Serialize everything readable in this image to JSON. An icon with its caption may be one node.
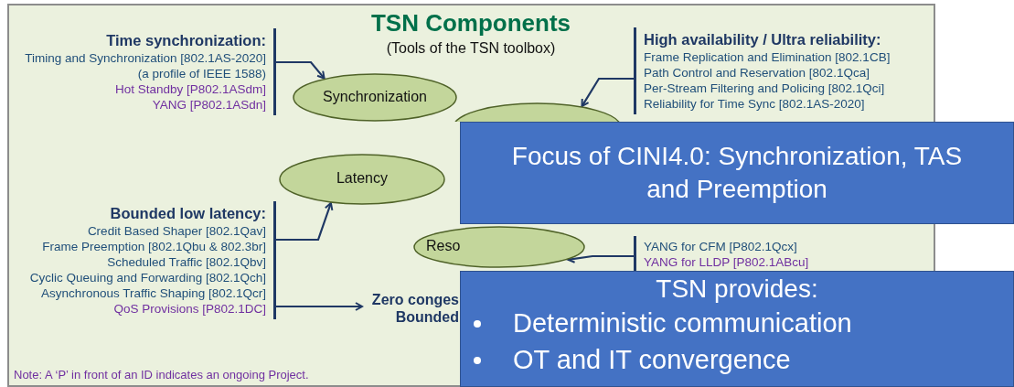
{
  "diagram": {
    "title": "TSN Components",
    "nodes": [
      {
        "text": [
          "Time synchronization:",
          "Timing and Synchronization [802.1AS-2020]",
          "(a profile of IEEE 1588)",
          "Hot Standby [P802.1ASdm]",
          "YANG [P802.1ASdn]"
        ]
      },
      {
        "text": [
          "Synchronization"
        ]
      },
      {
        "text": [
          "High availability / Ultra reliability:",
          "Frame Replication and Elimination [802.1CB]",
          "Path Control and Reservation [802.1Qca]",
          "Per-Stream Filtering and Policing [802.1Qci]",
          "Reliability for Time Sync [802.1AS-2020]"
        ]
      },
      {
        "text": [],
        "shape": "ellipse"
      },
      {
        "text": [
          "Latency"
        ]
      },
      {
        "text": [
          "Bounded low latency:",
          "Credit Based Shaper [802.1Qav]",
          "Frame Preemption [802.1Qbu & 802.3br]",
          "Scheduled Traffic [802.1Qbv]",
          "Cyclic Queuing and Forwarding [802.1Qch]",
          "Asynchronous Traffic Shaping [802.1Qcr]",
          "QoS Provisions [P802.1DC]"
        ]
      },
      {
        "text": [
          "Reso"
        ]
      },
      {
        "text": [
          "Zero conges",
          "Bounded"
        ]
      },
      {
        "text": [
          "YANG for CFM [P802.1Qcx]",
          "YANG for LLDP [P802.1ABcu]"
        ]
      },
      {
        "text": [
          "Focus of CINI4.0: Synchronization, TAS and Preemption"
        ]
      },
      {
        "text": [
          "TSN provides:",
          "Deterministic communication",
          "OT and IT convergence"
        ]
      }
    ],
    "edges": [
      {
        "from": 0,
        "to": 1,
        "arrow": "to"
      },
      {
        "from": 2,
        "to": 3,
        "arrow": "to"
      },
      {
        "from": 5,
        "to": 4,
        "arrow": "to"
      },
      {
        "from": 5,
        "to": 7,
        "arrow": "to"
      },
      {
        "from": 8,
        "to": 6,
        "arrow": "to"
      }
    ],
    "labels": [
      "(Tools of the TSN toolbox)",
      "Note: A ‘P’ in front of an ID indicates an ongoing Project."
    ]
  }
}
